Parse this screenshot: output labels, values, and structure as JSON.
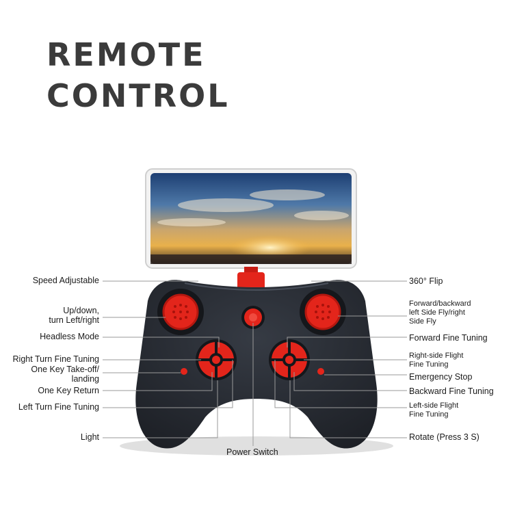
{
  "title": {
    "line1": "REMOTE",
    "line2": "CONTROL"
  },
  "colors": {
    "body": "#262a31",
    "accent": "#e3251b",
    "leader": "#9a9a9a"
  },
  "left_labels": [
    {
      "id": "speed-adjustable",
      "text": "Speed Adjustable"
    },
    {
      "id": "up-down-turn",
      "text": "Up/down,\nturn Left/right"
    },
    {
      "id": "headless-mode",
      "text": "Headless Mode"
    },
    {
      "id": "right-turn-fine-tuning",
      "text": "Right Turn Fine Tuning"
    },
    {
      "id": "one-key-takeoff-landing",
      "text": "One Key Take-off/\nlanding"
    },
    {
      "id": "one-key-return",
      "text": "One Key Return"
    },
    {
      "id": "left-turn-fine-tuning",
      "text": "Left Turn Fine Tuning"
    },
    {
      "id": "light",
      "text": "Light"
    }
  ],
  "right_labels": [
    {
      "id": "flip-360",
      "text": "360° Flip"
    },
    {
      "id": "forward-backward-side-fly",
      "text": "Forward/backward\nleft Side Fly/right\nSide Fly"
    },
    {
      "id": "forward-fine-tuning",
      "text": "Forward Fine Tuning"
    },
    {
      "id": "right-side-flight-fine-tuning",
      "text": "Right-side Flight\nFine Tuning"
    },
    {
      "id": "emergency-stop",
      "text": "Emergency Stop"
    },
    {
      "id": "backward-fine-tuning",
      "text": "Backward Fine Tuning"
    },
    {
      "id": "left-side-flight-fine-tuning",
      "text": "Left-side Flight\nFine Tuning"
    },
    {
      "id": "rotate",
      "text": "Rotate (Press 3 S)"
    }
  ],
  "bottom_label": {
    "id": "power-switch",
    "text": "Power Switch"
  }
}
